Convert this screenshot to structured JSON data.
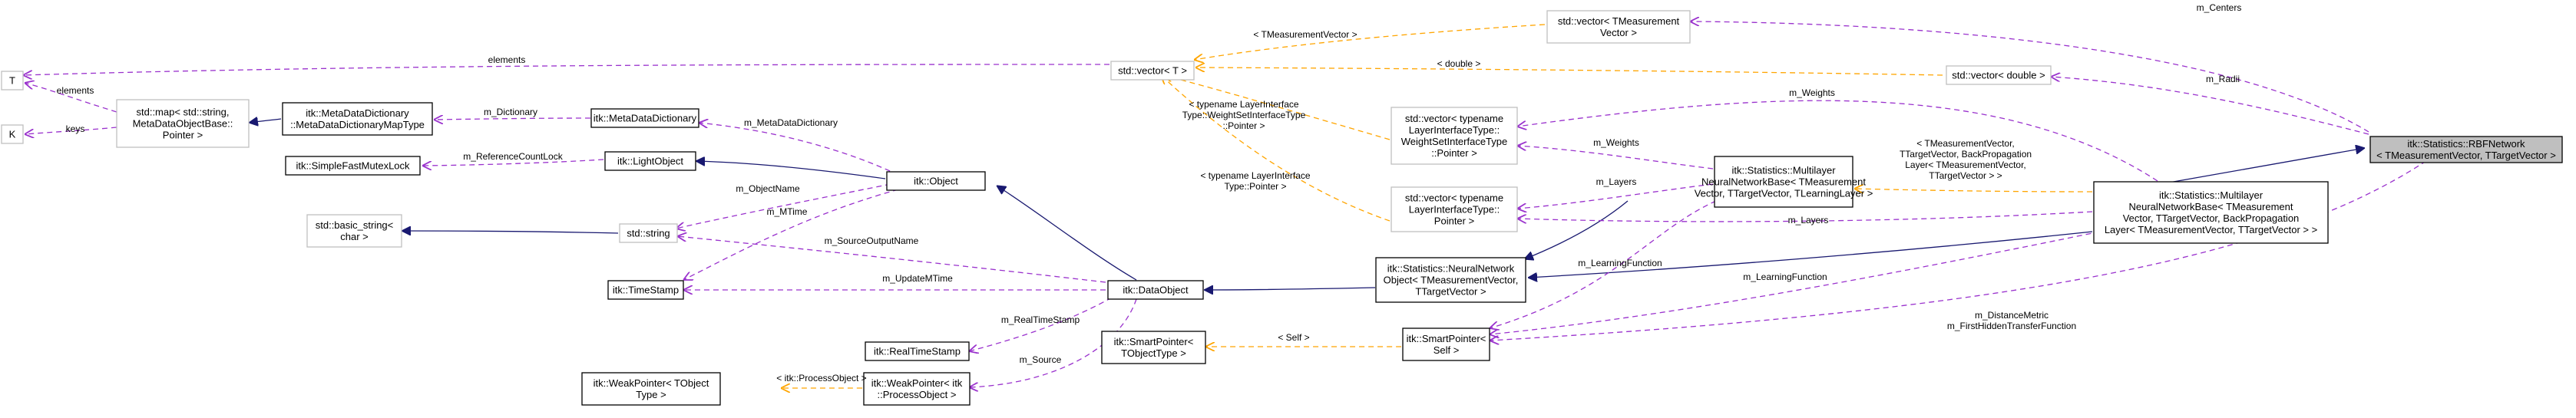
{
  "nodes": [
    {
      "id": "rbf",
      "kind": "main",
      "lines": [
        "itk::Statistics::RBFNetwork",
        "< TMeasurementVector, TTargetVector >"
      ]
    },
    {
      "id": "mlnet",
      "kind": "doc",
      "lines": [
        "itk::Statistics::Multilayer",
        "NeuralNetworkBase< TMeasurement",
        "Vector, TTargetVector, BackPropagation",
        "Layer< TMeasurementVector, TTargetVector > >"
      ]
    },
    {
      "id": "mlbase",
      "kind": "doc",
      "lines": [
        "itk::Statistics::Multilayer",
        "NeuralNetworkBase< TMeasurement",
        "Vector, TTargetVector, TLearningLayer >"
      ]
    },
    {
      "id": "nnobj",
      "kind": "doc",
      "lines": [
        "itk::Statistics::NeuralNetwork",
        "Object< TMeasurementVector,",
        "TTargetVector >"
      ]
    },
    {
      "id": "dataobj",
      "kind": "doc",
      "lines": [
        "itk::DataObject"
      ]
    },
    {
      "id": "object",
      "kind": "doc",
      "lines": [
        "itk::Object"
      ]
    },
    {
      "id": "lightobj",
      "kind": "doc",
      "lines": [
        "itk::LightObject"
      ]
    },
    {
      "id": "mutex",
      "kind": "doc",
      "lines": [
        "itk::SimpleFastMutexLock"
      ]
    },
    {
      "id": "metadict",
      "kind": "doc",
      "lines": [
        "itk::MetaDataDictionary"
      ]
    },
    {
      "id": "metamap",
      "kind": "doc",
      "lines": [
        "itk::MetaDataDictionary",
        "::MetaDataDictionaryMapType"
      ]
    },
    {
      "id": "stdmap",
      "kind": "ext",
      "lines": [
        "std::map< std::string,",
        "MetaDataObjectBase::",
        "Pointer >"
      ]
    },
    {
      "id": "T",
      "kind": "ext",
      "lines": [
        "T"
      ]
    },
    {
      "id": "K",
      "kind": "ext",
      "lines": [
        "K"
      ]
    },
    {
      "id": "vecT",
      "kind": "ext",
      "lines": [
        "std::vector< T >"
      ]
    },
    {
      "id": "vecTM",
      "kind": "ext",
      "lines": [
        "std::vector< TMeasurement",
        "Vector >"
      ]
    },
    {
      "id": "vecD",
      "kind": "ext",
      "lines": [
        "std::vector< double >"
      ]
    },
    {
      "id": "vecW",
      "kind": "ext",
      "lines": [
        "std::vector< typename",
        "LayerInterfaceType::",
        "WeightSetInterfaceType",
        "::Pointer >"
      ]
    },
    {
      "id": "vecL",
      "kind": "ext",
      "lines": [
        "std::vector< typename",
        "LayerInterfaceType::",
        "Pointer >"
      ]
    },
    {
      "id": "basicstr",
      "kind": "ext",
      "lines": [
        "std::basic_string<",
        "char >"
      ]
    },
    {
      "id": "string",
      "kind": "ext",
      "lines": [
        "std::string"
      ]
    },
    {
      "id": "timestamp",
      "kind": "doc",
      "lines": [
        "itk::TimeStamp"
      ]
    },
    {
      "id": "rts",
      "kind": "doc",
      "lines": [
        "itk::RealTimeStamp"
      ]
    },
    {
      "id": "sp",
      "kind": "doc",
      "lines": [
        "itk::SmartPointer<",
        "TObjectType >"
      ]
    },
    {
      "id": "spself",
      "kind": "doc",
      "lines": [
        "itk::SmartPointer<",
        "Self >"
      ]
    },
    {
      "id": "wpT",
      "kind": "doc",
      "lines": [
        "itk::WeakPointer< TObject",
        "Type >"
      ]
    },
    {
      "id": "wpPO",
      "kind": "doc",
      "lines": [
        "itk::WeakPointer< itk",
        "::ProcessObject >"
      ]
    }
  ],
  "edge_labels": [
    {
      "id": "l_centers",
      "lines": [
        "m_Centers"
      ]
    },
    {
      "id": "l_radii",
      "lines": [
        "m_Radii"
      ]
    },
    {
      "id": "l_weights_top",
      "lines": [
        "m_Weights"
      ]
    },
    {
      "id": "l_tmv",
      "lines": [
        "< TMeasurementVector >"
      ]
    },
    {
      "id": "l_double",
      "lines": [
        "< double >"
      ]
    },
    {
      "id": "l_elements_top",
      "lines": [
        "elements"
      ]
    },
    {
      "id": "l_elements_left",
      "lines": [
        "elements"
      ]
    },
    {
      "id": "l_keys",
      "lines": [
        "keys"
      ]
    },
    {
      "id": "l_wsi",
      "lines": [
        "< typename LayerInterface",
        "Type::WeightSetInterfaceType",
        "::Pointer >"
      ]
    },
    {
      "id": "l_lip",
      "lines": [
        "< typename LayerInterface",
        "Type::Pointer >"
      ]
    },
    {
      "id": "l_weights_mid",
      "lines": [
        "m_Weights"
      ]
    },
    {
      "id": "l_layers_mid",
      "lines": [
        "m_Layers"
      ]
    },
    {
      "id": "l_layers_right",
      "lines": [
        "m_Layers"
      ]
    },
    {
      "id": "l_bp",
      "lines": [
        "< TMeasurementVector,",
        "TTargetVector, BackPropagation",
        "Layer< TMeasurementVector,",
        "TTargetVector > >"
      ]
    },
    {
      "id": "l_dictionary",
      "lines": [
        "m_Dictionary"
      ]
    },
    {
      "id": "l_mdd",
      "lines": [
        "m_MetaDataDictionary"
      ]
    },
    {
      "id": "l_reflock",
      "lines": [
        "m_ReferenceCountLock"
      ]
    },
    {
      "id": "l_objname",
      "lines": [
        "m_ObjectName"
      ]
    },
    {
      "id": "l_mtime",
      "lines": [
        "m_MTime"
      ]
    },
    {
      "id": "l_srcout",
      "lines": [
        "m_SourceOutputName"
      ]
    },
    {
      "id": "l_updmtime",
      "lines": [
        "m_UpdateMTime"
      ]
    },
    {
      "id": "l_rts",
      "lines": [
        "m_RealTimeStamp"
      ]
    },
    {
      "id": "l_source",
      "lines": [
        "m_Source"
      ]
    },
    {
      "id": "l_ipo",
      "lines": [
        "< itk::ProcessObject >"
      ]
    },
    {
      "id": "l_self",
      "lines": [
        "< Self >"
      ]
    },
    {
      "id": "l_lf_mid",
      "lines": [
        "m_LearningFunction"
      ]
    },
    {
      "id": "l_lf_right",
      "lines": [
        "m_LearningFunction"
      ]
    },
    {
      "id": "l_dm",
      "lines": [
        "m_DistanceMetric",
        "m_FirstHiddenTransferFunction"
      ]
    }
  ]
}
